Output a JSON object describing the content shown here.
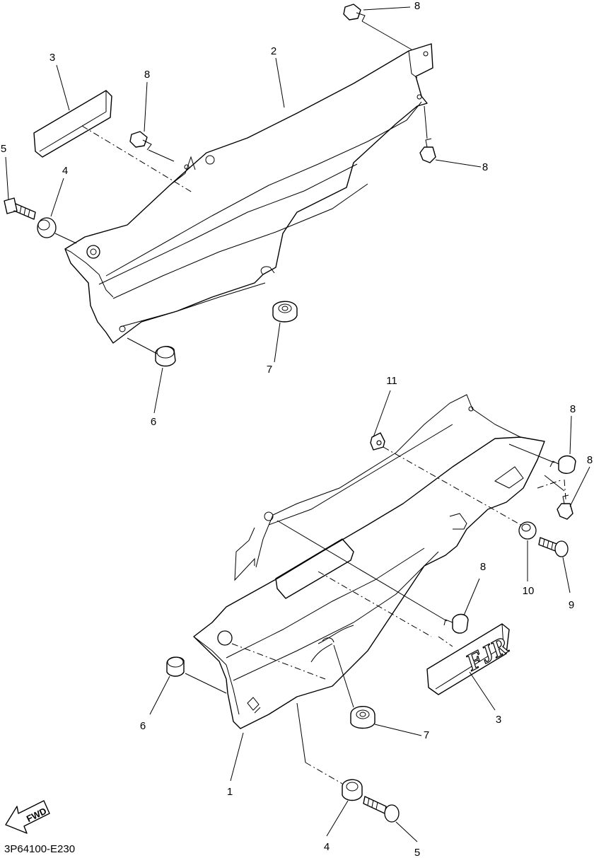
{
  "diagram_code": "3P64100-E230",
  "fwd_label": "FWD",
  "emblem_text": "FJR",
  "callouts": [
    {
      "id": "c-3-top",
      "label": "3"
    },
    {
      "id": "c-2-top",
      "label": "2"
    },
    {
      "id": "c-8-top-a",
      "label": "8"
    },
    {
      "id": "c-8-top-b",
      "label": "8"
    },
    {
      "id": "c-8-top-c",
      "label": "8"
    },
    {
      "id": "c-5-top",
      "label": "5"
    },
    {
      "id": "c-4-top",
      "label": "4"
    },
    {
      "id": "c-7-top",
      "label": "7"
    },
    {
      "id": "c-6-top",
      "label": "6"
    },
    {
      "id": "c-11",
      "label": "11"
    },
    {
      "id": "c-8-bot-a",
      "label": "8"
    },
    {
      "id": "c-8-bot-b",
      "label": "8"
    },
    {
      "id": "c-8-bot-c",
      "label": "8"
    },
    {
      "id": "c-10",
      "label": "10"
    },
    {
      "id": "c-9",
      "label": "9"
    },
    {
      "id": "c-6-bot",
      "label": "6"
    },
    {
      "id": "c-7-bot",
      "label": "7"
    },
    {
      "id": "c-3-bot",
      "label": "3"
    },
    {
      "id": "c-1",
      "label": "1"
    },
    {
      "id": "c-4-bot",
      "label": "4"
    },
    {
      "id": "c-5-bot",
      "label": "5"
    }
  ]
}
